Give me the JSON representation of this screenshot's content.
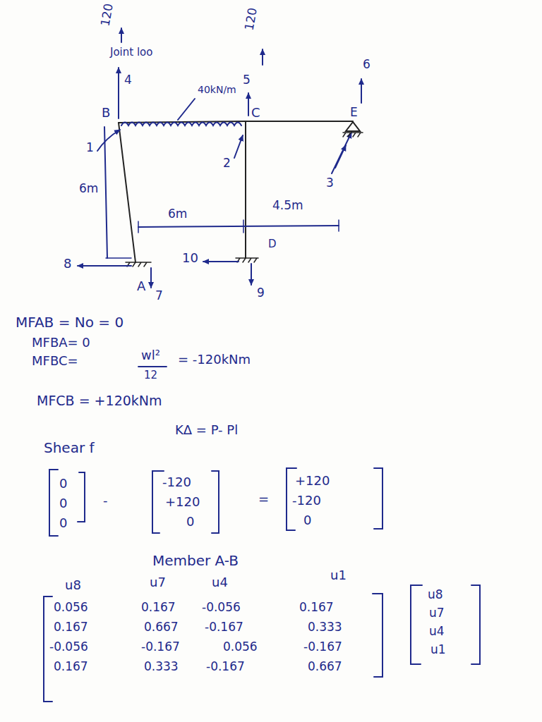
{
  "diagram": {
    "labels": [
      "120",
      "Joint loo",
      "4",
      "B",
      "40kN/m",
      "5",
      "C",
      "120",
      "6",
      "E",
      "1",
      "6m",
      "2",
      "3",
      "6m",
      "4.5m",
      "8",
      "A",
      "7",
      "10",
      "D",
      "9",
      "MFAB = No = 0",
      "MFBA= 0",
      "MFBC=",
      "wl²",
      "12",
      "= -120kNm",
      "MFCB = +120kNm",
      "KΔ = P- Pl",
      "Shear f",
      "0",
      "0",
      "0",
      "-",
      "-120",
      "+120",
      "0",
      "=",
      "+120",
      "-120",
      "0",
      "Member A-B",
      "u8",
      "u7",
      "u4",
      "u1",
      "0.056",
      "0.167",
      "-0.056",
      "0.167",
      "0.167",
      "0.667",
      "-0.167",
      "0.333",
      "-0.056",
      "-0.167",
      "0.056",
      "-0.167",
      "0.167",
      "0.333",
      "-0.167",
      "0.667",
      "u8",
      "u7",
      "u4",
      "u1"
    ]
  }
}
